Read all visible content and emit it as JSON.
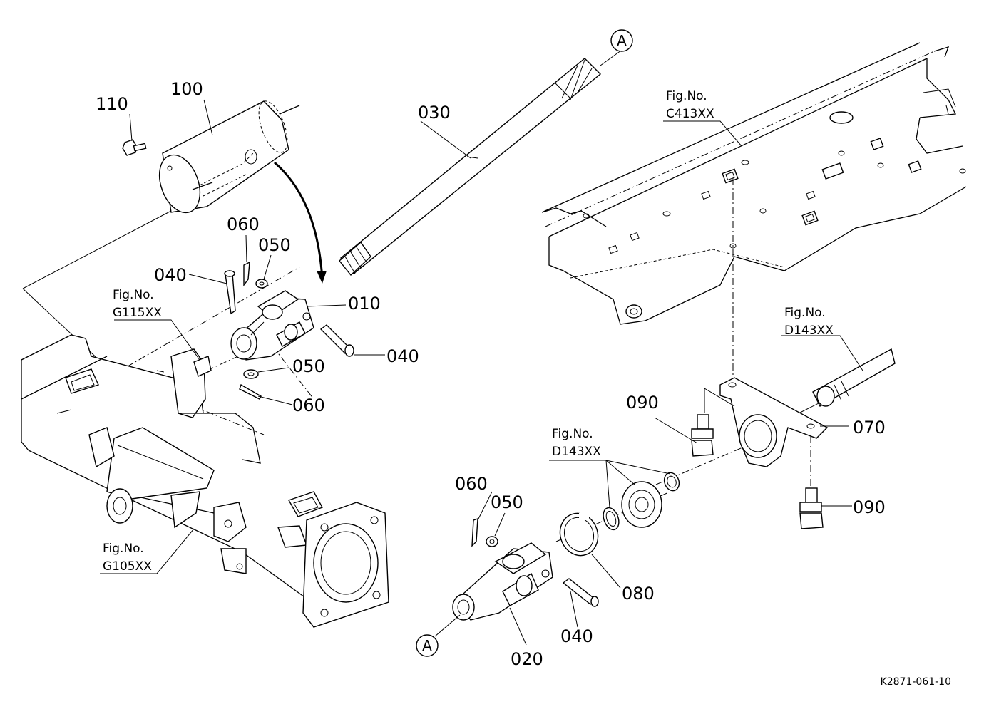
{
  "diagram": {
    "reference_code": "K2871-061-10",
    "callouts": {
      "c010": "010",
      "c020": "020",
      "c030": "030",
      "c040a": "040",
      "c040b": "040",
      "c040c": "040",
      "c050a": "050",
      "c050b": "050",
      "c050c": "050",
      "c060a": "060",
      "c060b": "060",
      "c060c": "060",
      "c070": "070",
      "c080": "080",
      "c090a": "090",
      "c090b": "090",
      "c100": "100",
      "c110": "110"
    },
    "figure_refs": {
      "fig_label": "Fig.No.",
      "g115": "G115XX",
      "g105": "G105XX",
      "c413": "C413XX",
      "d143a": "D143XX",
      "d143b": "D143XX"
    },
    "connectors": {
      "top": "A",
      "bottom": "A"
    }
  }
}
